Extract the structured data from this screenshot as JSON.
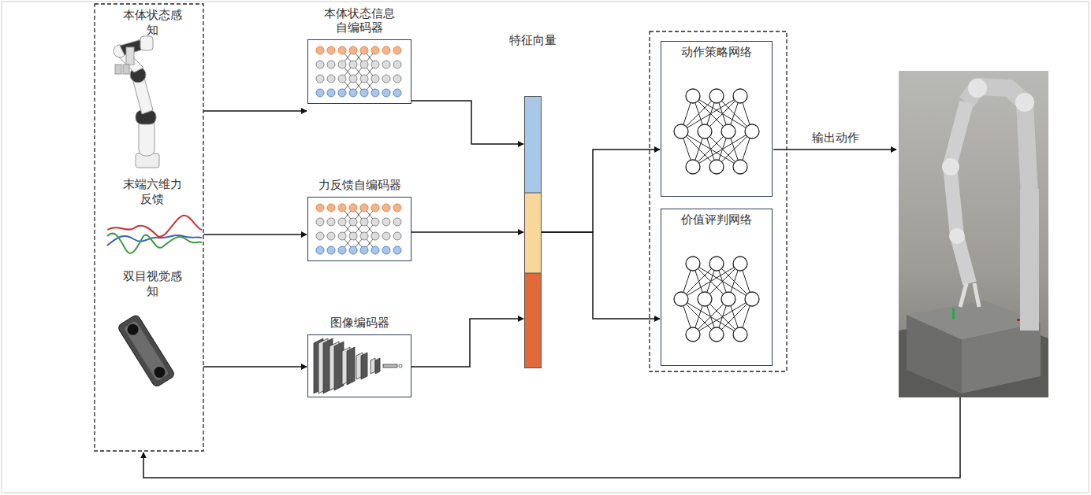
{
  "diagram": {
    "nodes": [
      {
        "text": [
          "本体状态感知"
        ]
      },
      {
        "text": [
          "末端六维力反馈"
        ]
      },
      {
        "text": [
          "双目视觉感知"
        ]
      },
      {
        "text": [
          "本体状态信息 自编码器"
        ]
      },
      {
        "text": [
          "力反馈自编码器"
        ]
      },
      {
        "text": [
          "图像编码器"
        ]
      },
      {
        "text": [
          "特征向量"
        ]
      },
      {
        "text": [
          "动作策略网络"
        ]
      },
      {
        "text": [
          "价值评判网络"
        ]
      }
    ],
    "edges": [
      {
        "from": 0,
        "to": 3,
        "arrow": "to"
      },
      {
        "from": 1,
        "to": 4,
        "arrow": "to"
      },
      {
        "from": 2,
        "to": 5,
        "arrow": "to"
      },
      {
        "from": 3,
        "to": 6,
        "arrow": "to"
      },
      {
        "from": 4,
        "to": 6,
        "arrow": "to"
      },
      {
        "from": 5,
        "to": 6,
        "arrow": "to"
      },
      {
        "from": 6,
        "to": 7,
        "arrow": "to"
      },
      {
        "from": 6,
        "to": 8,
        "arrow": "to"
      }
    ],
    "labels": [
      "输出动作"
    ]
  }
}
